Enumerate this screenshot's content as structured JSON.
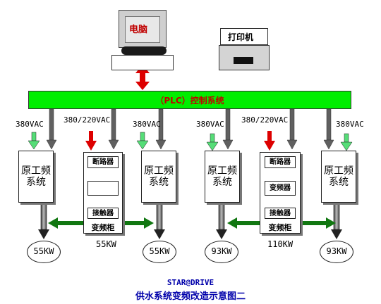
{
  "computer": {
    "label": "电脑"
  },
  "printer": {
    "label": "打印机"
  },
  "plc_bus": {
    "label": "（PLC）控制系统"
  },
  "supply": {
    "v380_1": "380VAC",
    "v380_220_1": "380/220VAC",
    "v380_2": "380VAC",
    "v380_3": "380VAC",
    "v380_220_2": "380/220VAC",
    "v380_4": "380VAC"
  },
  "panels": {
    "original_line": "原工频\n系统",
    "breaker": "断路器",
    "vfd": "变频器",
    "contactor": "接触器",
    "cabinet": "变频柜"
  },
  "ratings": {
    "group1": "55KW",
    "group2": "110KW"
  },
  "motors": {
    "m1": "55KW",
    "m2": "55KW",
    "m3": "93KW",
    "m4": "93KW"
  },
  "brand": "STAR@DRIVE",
  "caption": "供水系统变频改造示意图二",
  "colors": {
    "bus": "#00ee00",
    "red_arrow": "#dd0000",
    "green_arrow": "#55dd77",
    "yellow_arrow": "#ffcc00",
    "cable": "#606060",
    "dark_green": "#117711",
    "caption": "#0000aa"
  }
}
